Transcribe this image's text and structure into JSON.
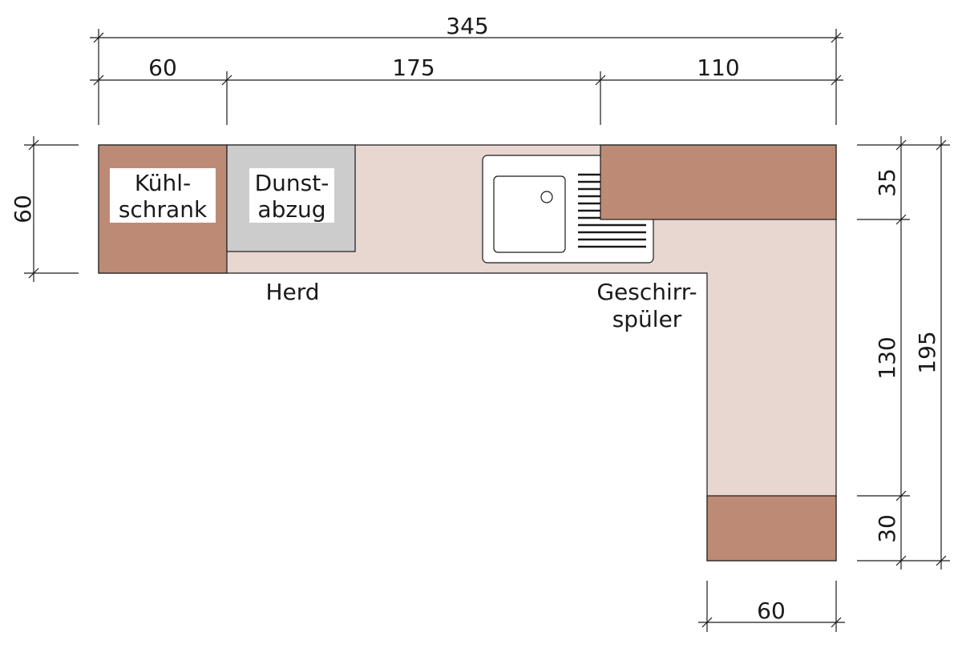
{
  "colors": {
    "counter": "#e8d6d0",
    "cabinet": "#bd8b75",
    "hood": "#cccccc",
    "sink": "#ffffff",
    "line": "#1a1a1a",
    "label_bg": "#ffffff"
  },
  "dimensions": {
    "top_total": "345",
    "top_seg1": "60",
    "top_seg2": "175",
    "top_seg3": "110",
    "left": "60",
    "right_seg1": "35",
    "right_seg2": "130",
    "right_seg3": "30",
    "right_total": "195",
    "bottom": "60"
  },
  "labels": {
    "fridge": [
      "Kühl-",
      "schrank"
    ],
    "hood": [
      "Dunst-",
      "abzug"
    ],
    "stove": "Herd",
    "dishwasher": [
      "Geschirr-",
      "spüler"
    ]
  }
}
